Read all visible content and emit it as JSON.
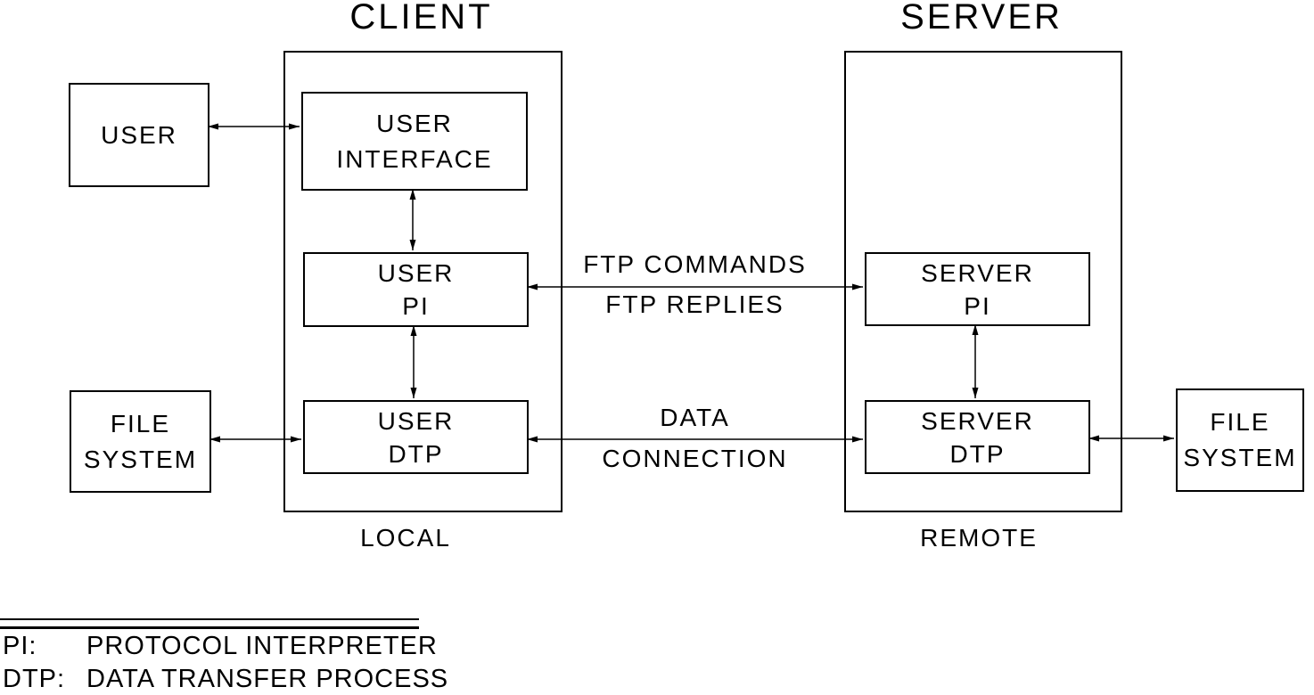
{
  "diagram": {
    "client": {
      "title": "CLIENT",
      "footer": "LOCAL",
      "boxes": {
        "user_interface": [
          "USER",
          "INTERFACE"
        ],
        "user_pi": [
          "USER",
          "PI"
        ],
        "user_dtp": [
          "USER",
          "DTP"
        ]
      }
    },
    "server": {
      "title": "SERVER",
      "footer": "REMOTE",
      "boxes": {
        "server_pi": [
          "SERVER",
          "PI"
        ],
        "server_dtp": [
          "SERVER",
          "DTP"
        ]
      }
    },
    "external": {
      "user": "USER",
      "file_system_left": [
        "FILE",
        "SYSTEM"
      ],
      "file_system_right": [
        "FILE",
        "SYSTEM"
      ]
    },
    "connections": {
      "control_label_top": "FTP COMMANDS",
      "control_label_bottom": "FTP REPLIES",
      "data_label_top": "DATA",
      "data_label_bottom": "CONNECTION"
    },
    "legend": {
      "entries": [
        {
          "term": "PI:",
          "definition": "PROTOCOL INTERPRETER"
        },
        {
          "term": "DTP:",
          "definition": "DATA TRANSFER PROCESS"
        }
      ]
    },
    "colors": {
      "line": "#000000",
      "background": "#ffffff",
      "text": "#000000"
    }
  }
}
